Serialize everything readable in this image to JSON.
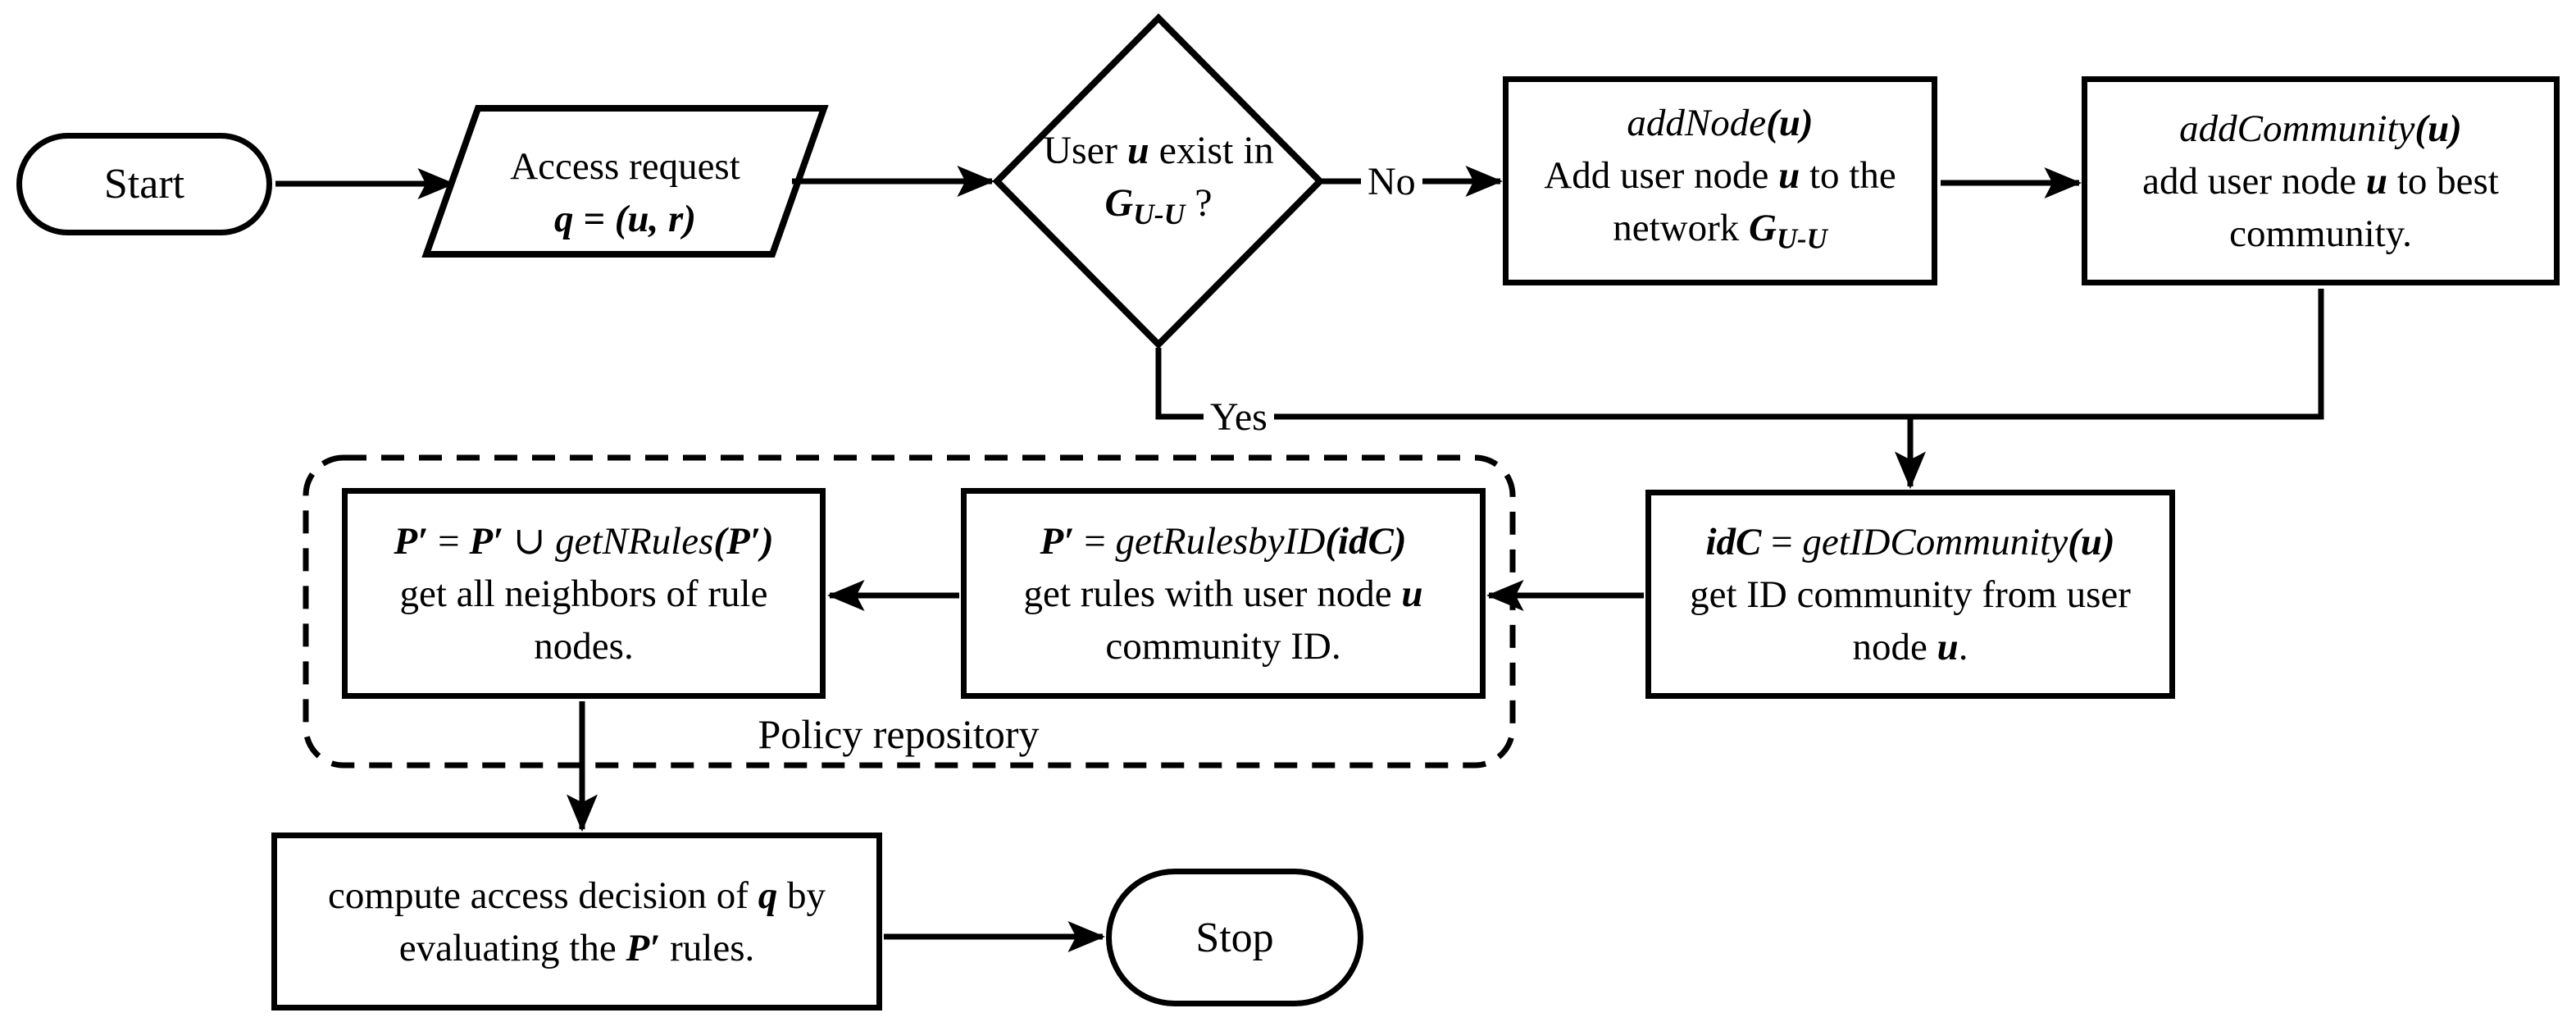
{
  "palette": {
    "ink": "#000000",
    "paper": "#ffffff"
  },
  "nodes": {
    "start": {
      "label": "Start"
    },
    "request": {
      "line1": [
        {
          "t": "Access request",
          "s": "r"
        }
      ],
      "line2": [
        {
          "t": "q = (u, r)",
          "s": "bi"
        }
      ]
    },
    "decision": {
      "line1": [
        {
          "t": "User ",
          "s": "r"
        },
        {
          "t": "u",
          "s": "bi"
        },
        {
          "t": " exist in",
          "s": "r"
        }
      ],
      "line2": [
        {
          "t": "G",
          "s": "bi"
        },
        {
          "t": "U-U",
          "s": "sub"
        },
        {
          "t": " ?",
          "s": "r"
        }
      ]
    },
    "addnode": {
      "line1": [
        {
          "t": "addNode",
          "s": "i"
        },
        {
          "t": "(u)",
          "s": "bi"
        }
      ],
      "line2": [
        {
          "t": "Add user node ",
          "s": "r"
        },
        {
          "t": "u",
          "s": "bi"
        },
        {
          "t": " to the",
          "s": "r"
        }
      ],
      "line3": [
        {
          "t": "network ",
          "s": "r"
        },
        {
          "t": "G",
          "s": "bi"
        },
        {
          "t": "U-U",
          "s": "sub"
        }
      ]
    },
    "addcommunity": {
      "line1": [
        {
          "t": "addCommunity",
          "s": "i"
        },
        {
          "t": "(u)",
          "s": "bi"
        }
      ],
      "line2": [
        {
          "t": "add user node ",
          "s": "r"
        },
        {
          "t": "u",
          "s": "bi"
        },
        {
          "t": " to best",
          "s": "r"
        }
      ],
      "line3": [
        {
          "t": "community.",
          "s": "r"
        }
      ]
    },
    "idcommunity": {
      "line1": [
        {
          "t": "idC",
          "s": "bi"
        },
        {
          "t": " = ",
          "s": "r"
        },
        {
          "t": "getIDCommunity",
          "s": "i"
        },
        {
          "t": "(u)",
          "s": "bi"
        }
      ],
      "line2": [
        {
          "t": "get ID community from user",
          "s": "r"
        }
      ],
      "line3": [
        {
          "t": "node ",
          "s": "r"
        },
        {
          "t": "u",
          "s": "bi"
        },
        {
          "t": ".",
          "s": "r"
        }
      ]
    },
    "getrulesbyid": {
      "line1": [
        {
          "t": "P′",
          "s": "bi"
        },
        {
          "t": " = ",
          "s": "r"
        },
        {
          "t": "getRulesbyID",
          "s": "i"
        },
        {
          "t": "(idC)",
          "s": "bi"
        }
      ],
      "line2": [
        {
          "t": "get rules with user node ",
          "s": "r"
        },
        {
          "t": "u",
          "s": "bi"
        }
      ],
      "line3": [
        {
          "t": "community ID.",
          "s": "r"
        }
      ]
    },
    "getnrules": {
      "line1": [
        {
          "t": "P′",
          "s": "bi"
        },
        {
          "t": " = ",
          "s": "r"
        },
        {
          "t": "P′",
          "s": "bi"
        },
        {
          "t": " ∪ ",
          "s": "r"
        },
        {
          "t": "getNRules",
          "s": "i"
        },
        {
          "t": "(P′)",
          "s": "bi"
        }
      ],
      "line2": [
        {
          "t": "get all neighbors of rule",
          "s": "r"
        }
      ],
      "line3": [
        {
          "t": "nodes.",
          "s": "r"
        }
      ]
    },
    "compute": {
      "line1": [
        {
          "t": "compute access decision of ",
          "s": "r"
        },
        {
          "t": "q",
          "s": "bi"
        },
        {
          "t": " by",
          "s": "r"
        }
      ],
      "line2": [
        {
          "t": "evaluating the ",
          "s": "r"
        },
        {
          "t": "P′",
          "s": "bi"
        },
        {
          "t": " rules.",
          "s": "r"
        }
      ]
    },
    "stop": {
      "label": "Stop"
    },
    "policy_repository": {
      "label": "Policy repository"
    }
  },
  "edges": {
    "no_label": "No",
    "yes_label": "Yes"
  }
}
